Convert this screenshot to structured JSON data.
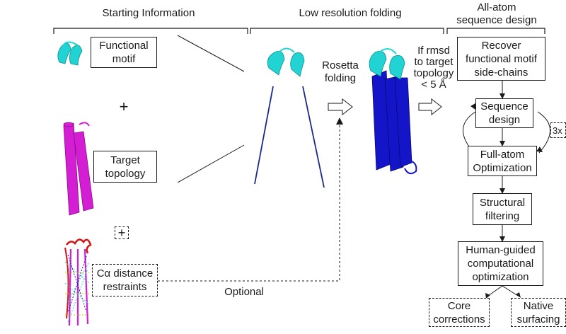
{
  "headers": {
    "starting": "Starting Information",
    "folding": "Low resolution folding",
    "design": "All-atom\nsequence design"
  },
  "inputs": {
    "motif": "Functional\nmotif",
    "topology": "Target\ntopology",
    "restraints": "Cα distance\nrestraints",
    "plus": "+",
    "plus_boxed": "+"
  },
  "folding": {
    "rosetta": "Rosetta\nfolding",
    "condition": "If rmsd\nto target\ntopology\n< 5 Å",
    "optional": "Optional"
  },
  "pipeline": {
    "recover": "Recover\nfunctional motif\nside-chains",
    "sequence": "Sequence\ndesign",
    "optimization": "Full-atom\nOptimization",
    "filtering": "Structural\nfiltering",
    "human": "Human-guided\ncomputational\noptimization",
    "core": "Core\ncorrections",
    "native": "Native\nsurfacing",
    "repeat": "3x"
  },
  "colors": {
    "motif": "#22d3d3",
    "topology": "#d31ed3",
    "fold": "#1414c8",
    "backbone": "#1a2a8a",
    "restraint_red": "#d41414"
  }
}
